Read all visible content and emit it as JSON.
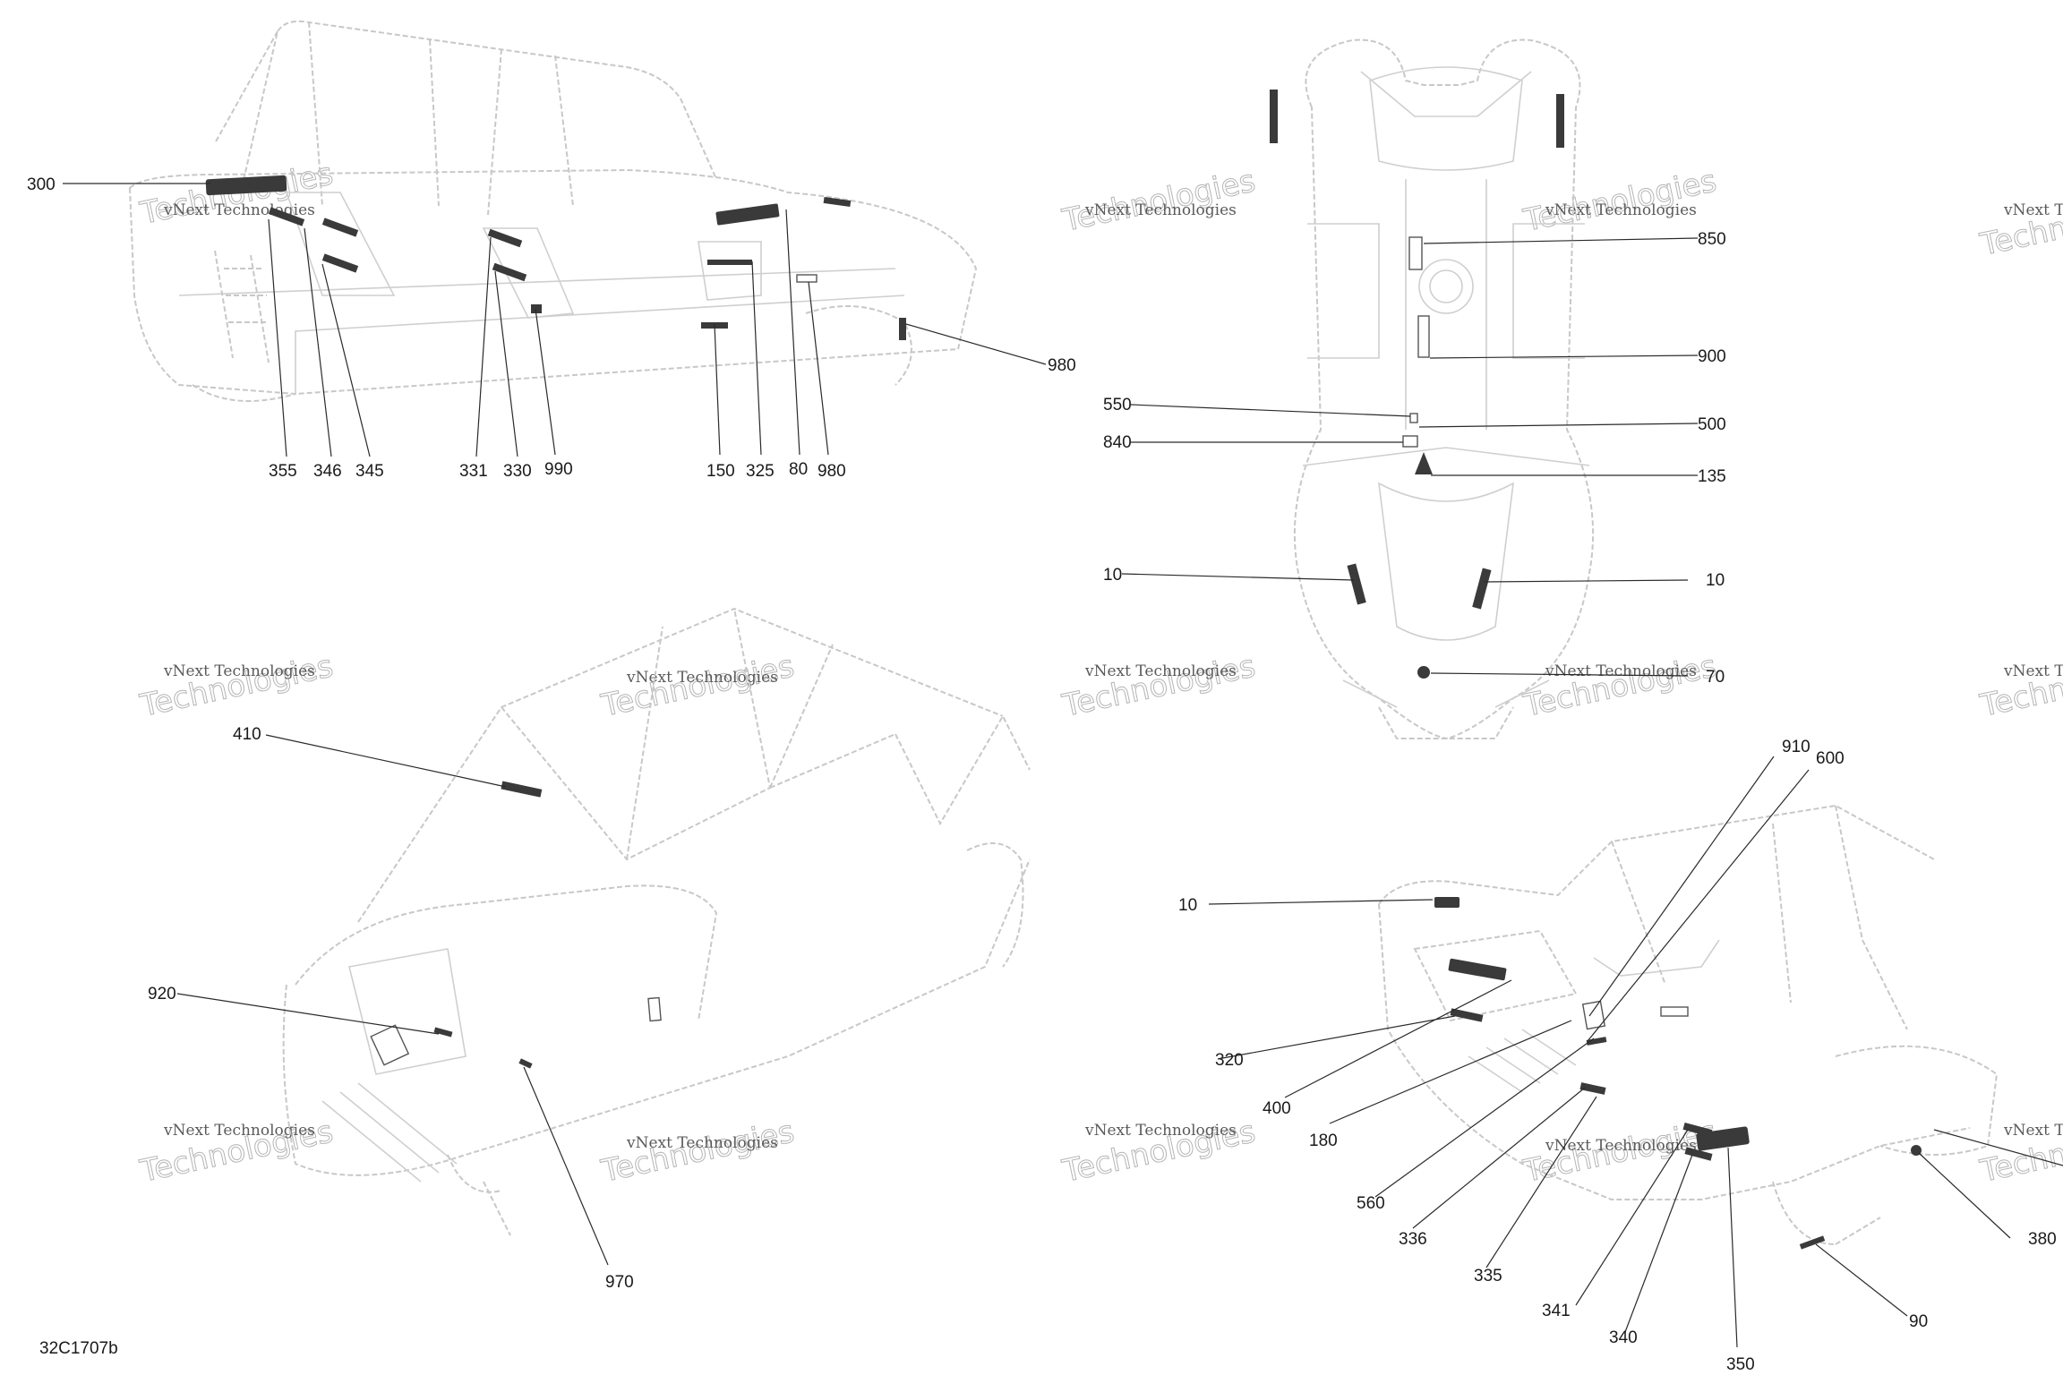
{
  "diagram_code": "32C1707b",
  "watermark": {
    "line1": "vNext Technologies",
    "line2": "Technologies"
  },
  "callouts": [
    {
      "id": "c300",
      "label": "300"
    },
    {
      "id": "c355",
      "label": "355"
    },
    {
      "id": "c346",
      "label": "346"
    },
    {
      "id": "c345",
      "label": "345"
    },
    {
      "id": "c331",
      "label": "331"
    },
    {
      "id": "c330",
      "label": "330"
    },
    {
      "id": "c990",
      "label": "990"
    },
    {
      "id": "c150",
      "label": "150"
    },
    {
      "id": "c325",
      "label": "325"
    },
    {
      "id": "c80",
      "label": "80"
    },
    {
      "id": "c980a",
      "label": "980"
    },
    {
      "id": "c980b",
      "label": "980"
    },
    {
      "id": "c850",
      "label": "850"
    },
    {
      "id": "c900",
      "label": "900"
    },
    {
      "id": "c550",
      "label": "550"
    },
    {
      "id": "c500",
      "label": "500"
    },
    {
      "id": "c840",
      "label": "840"
    },
    {
      "id": "c135",
      "label": "135"
    },
    {
      "id": "c10a",
      "label": "10"
    },
    {
      "id": "c10b",
      "label": "10"
    },
    {
      "id": "c70",
      "label": "70"
    },
    {
      "id": "c410",
      "label": "410"
    },
    {
      "id": "c920",
      "label": "920"
    },
    {
      "id": "c970",
      "label": "970"
    },
    {
      "id": "c910",
      "label": "910"
    },
    {
      "id": "c600",
      "label": "600"
    },
    {
      "id": "c10c",
      "label": "10"
    },
    {
      "id": "c320",
      "label": "320"
    },
    {
      "id": "c400",
      "label": "400"
    },
    {
      "id": "c180",
      "label": "180"
    },
    {
      "id": "c560",
      "label": "560"
    },
    {
      "id": "c336",
      "label": "336"
    },
    {
      "id": "c335",
      "label": "335"
    },
    {
      "id": "c341",
      "label": "341"
    },
    {
      "id": "c340",
      "label": "340"
    },
    {
      "id": "c350",
      "label": "350"
    },
    {
      "id": "c380",
      "label": "380"
    },
    {
      "id": "c90",
      "label": "90"
    }
  ]
}
